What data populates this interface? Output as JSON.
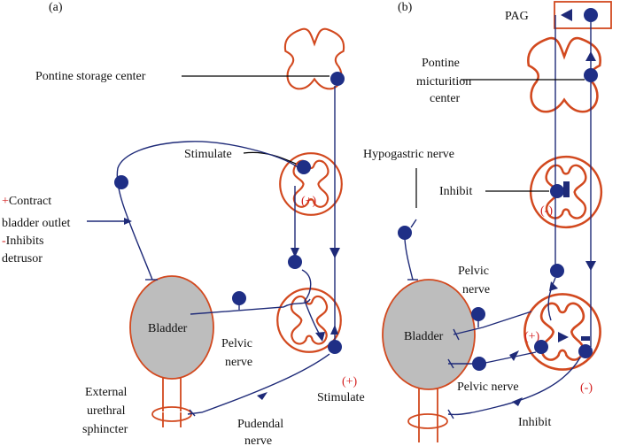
{
  "panel_a": {
    "letter": "(a)",
    "pontine_storage_center": "Pontine storage center",
    "stimulate_top": "Stimulate",
    "contract_plus": "+",
    "contract_rest": "Contract",
    "bladder_outlet": "bladder outlet",
    "inhibits_minus": "-",
    "inhibits_rest": "Inhibits",
    "detrusor": "detrusor",
    "plus_mark": "(+)",
    "bladder": "Bladder",
    "pelvic": "Pelvic",
    "nerve": "nerve",
    "plus_stimulate_mark": "(+)",
    "stimulate_bottom": "Stimulate",
    "external": "External",
    "urethral": "urethral",
    "sphincter": "sphincter",
    "pudendal": "Pudendal",
    "pudendal_nerve": "nerve"
  },
  "panel_b": {
    "letter": "(b)",
    "pag": "PAG",
    "pontine": "Pontine",
    "micturition": "micturition",
    "center": "center",
    "hypogastric_nerve": "Hypogastric nerve",
    "inhibit_top": "Inhibit",
    "minus_mark": "(-)",
    "pelvic": "Pelvic",
    "nerve": "nerve",
    "bladder": "Bladder",
    "plus_mark": "(+)",
    "pelvic_nerve": "Pelvic nerve",
    "minus_mark_bottom": "(-)",
    "inhibit_bottom": "Inhibit"
  },
  "colors": {
    "cord": "#d2491f",
    "nerve": "#1e2a78",
    "bladder_fill": "#bdbdbd",
    "sign_red": "#d42020"
  }
}
